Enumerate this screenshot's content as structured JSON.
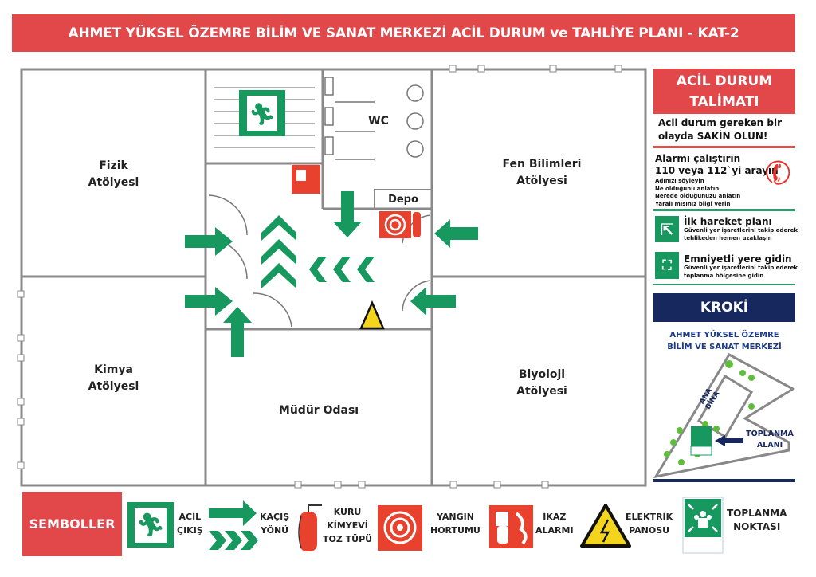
{
  "title": "AHMET YÜKSEL ÖZEMRE BİLİM VE SANAT MERKEZİ ACİL DURUM ve TAHLİYE PLANI - KAT-2",
  "rooms": {
    "fizik": [
      "Fizik",
      "Atölyesi"
    ],
    "kimya": [
      "Kimya",
      "Atölyesi"
    ],
    "fen": [
      "Fen Bilimleri",
      "Atölyesi"
    ],
    "biyoloji": [
      "Biyoloji",
      "Atölyesi"
    ],
    "mudur": "Müdür Odası",
    "wc": "WC",
    "depo": "Depo"
  },
  "instructions": {
    "header": [
      "ACİL DURUM",
      "TALİMATI"
    ],
    "calm": [
      "Acil durum gereken bir",
      "olayda SAKİN OLUN!"
    ],
    "alarm": {
      "title": [
        "Alarmı çalıştırın",
        "110 veya 112`yi arayın"
      ],
      "steps": [
        "Adınızı söyleyin",
        "Ne olduğunu anlatın",
        "Nerede olduğunuzu anlatın",
        "Yaralı mısınız bilgi verin"
      ]
    },
    "first": {
      "title": "İlk hareket planı",
      "text": [
        "Güvenli yer işaretlerini takip ederek",
        "tehlikeden hemen uzaklaşın"
      ]
    },
    "safe": {
      "title": "Emniyetli yere gidin",
      "text": [
        "Güvenli yer işaretlerini takip ederek",
        "toplanma bölgesine gidin"
      ]
    }
  },
  "kroki": {
    "header": "KROKİ",
    "school": [
      "AHMET YÜKSEL ÖZEMRE",
      "BİLİM VE SANAT MERKEZİ"
    ],
    "building": [
      "ANA",
      "BİNA"
    ],
    "assembly": [
      "TOPLANMA",
      "ALANI"
    ]
  },
  "legend": {
    "title": "SEMBOLLER",
    "items": [
      {
        "icon": "emergency-exit-icon",
        "label": [
          "ACİL",
          "ÇIKIŞ"
        ]
      },
      {
        "icon": "escape-direction-icon",
        "label": [
          "KAÇIŞ",
          "YÖNÜ"
        ]
      },
      {
        "icon": "fire-extinguisher-icon",
        "label": [
          "KURU",
          "KİMYEVİ",
          "TOZ TÜPÜ"
        ]
      },
      {
        "icon": "fire-hose-icon",
        "label": [
          "YANGIN",
          "HORTUMU"
        ]
      },
      {
        "icon": "alarm-button-icon",
        "label": [
          "İKAZ",
          "ALARMI"
        ]
      },
      {
        "icon": "electric-hazard-icon",
        "label": [
          "ELEKTRİK",
          "PANOSU"
        ]
      },
      {
        "icon": "assembly-point-icon",
        "label": [
          "TOPLANMA",
          "NOKTASI"
        ]
      }
    ]
  },
  "colors": {
    "red": "#e2474a",
    "green": "#16985f",
    "navy": "#17285e",
    "wall": "#8a8a8a"
  }
}
